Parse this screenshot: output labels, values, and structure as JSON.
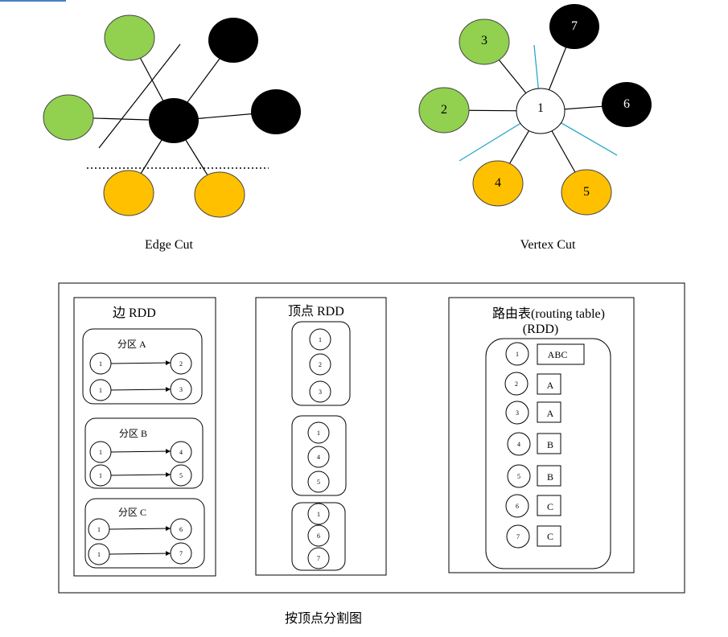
{
  "colors": {
    "green": "#92d050",
    "black": "#000000",
    "orange": "#ffc000",
    "white": "#ffffff",
    "cut_line": "#27a9c9",
    "top_accent": "#4a7fc1"
  },
  "edge_cut": {
    "caption": "Edge Cut"
  },
  "vertex_cut": {
    "caption": "Vertex Cut",
    "center_label": "1",
    "nodes": [
      "3",
      "7",
      "2",
      "6",
      "4",
      "5"
    ]
  },
  "panels": {
    "edge_rdd": {
      "title": "边 RDD",
      "partitions": [
        {
          "label": "分区 A",
          "edges": [
            [
              "1",
              "2"
            ],
            [
              "1",
              "3"
            ]
          ]
        },
        {
          "label": "分区 B",
          "edges": [
            [
              "1",
              "4"
            ],
            [
              "1",
              "5"
            ]
          ]
        },
        {
          "label": "分区 C",
          "edges": [
            [
              "1",
              "6"
            ],
            [
              "1",
              "7"
            ]
          ]
        }
      ]
    },
    "vertex_rdd": {
      "title": "顶点 RDD",
      "groups": [
        [
          "1",
          "2",
          "3"
        ],
        [
          "1",
          "4",
          "5"
        ],
        [
          "1",
          "6",
          "7"
        ]
      ]
    },
    "routing_rdd": {
      "title_line1": "路由表(routing table)",
      "title_line2": "(RDD)",
      "rows": [
        {
          "vertex": "1",
          "partitions": "ABC"
        },
        {
          "vertex": "2",
          "partitions": "A"
        },
        {
          "vertex": "3",
          "partitions": "A"
        },
        {
          "vertex": "4",
          "partitions": "B"
        },
        {
          "vertex": "5",
          "partitions": "B"
        },
        {
          "vertex": "6",
          "partitions": "C"
        },
        {
          "vertex": "7",
          "partitions": "C"
        }
      ]
    }
  },
  "figure_caption": "按顶点分割图"
}
